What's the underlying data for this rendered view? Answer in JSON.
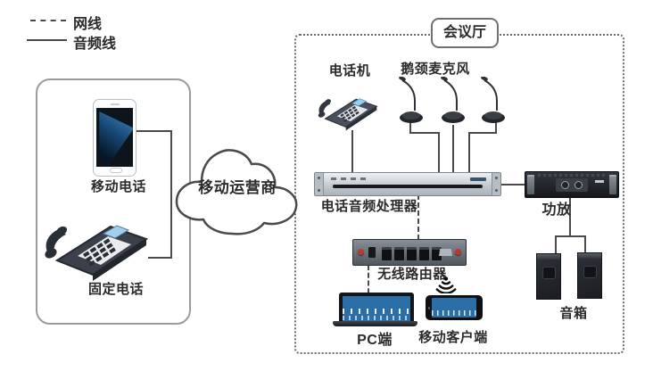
{
  "legend": {
    "network_label": "网线",
    "audio_label": "音频线"
  },
  "pstn": {
    "mobile_phone_label": "移动电话",
    "fixed_phone_label": "固定电话",
    "carrier_cloud_label": "移动运营商"
  },
  "conference_room": {
    "title": "会议厅",
    "telephone_label": "电话机",
    "gooseneck_mic_label": "鹅颈麦克风",
    "processor_label": "电话音频处理器",
    "amplifier_label": "功放",
    "wireless_router_label": "无线路由器",
    "pc_client_label": "PC端",
    "mobile_client_label": "移动客户端",
    "speaker_label": "音箱"
  },
  "connections": [
    {
      "from": "mobile-phone",
      "to": "carrier-cloud",
      "type": "audio"
    },
    {
      "from": "fixed-phone",
      "to": "carrier-cloud",
      "type": "audio"
    },
    {
      "from": "conference-telephone",
      "to": "telephone-audio-processor",
      "type": "audio"
    },
    {
      "from": "gooseneck-mic-1",
      "to": "telephone-audio-processor",
      "type": "audio"
    },
    {
      "from": "gooseneck-mic-2",
      "to": "telephone-audio-processor",
      "type": "audio"
    },
    {
      "from": "gooseneck-mic-3",
      "to": "telephone-audio-processor",
      "type": "audio"
    },
    {
      "from": "telephone-audio-processor",
      "to": "amplifier",
      "type": "audio"
    },
    {
      "from": "amplifier",
      "to": "speakers",
      "type": "audio"
    },
    {
      "from": "telephone-audio-processor",
      "to": "wireless-router",
      "type": "network"
    },
    {
      "from": "wireless-router",
      "to": "pc-client",
      "type": "network"
    },
    {
      "from": "wireless-router",
      "to": "mobile-client",
      "type": "wifi"
    }
  ],
  "colors": {
    "line": "#4a4a4a",
    "text": "#2b2b2b",
    "screen-blue": "#2c6ea6",
    "accent-red": "#b93a31"
  }
}
